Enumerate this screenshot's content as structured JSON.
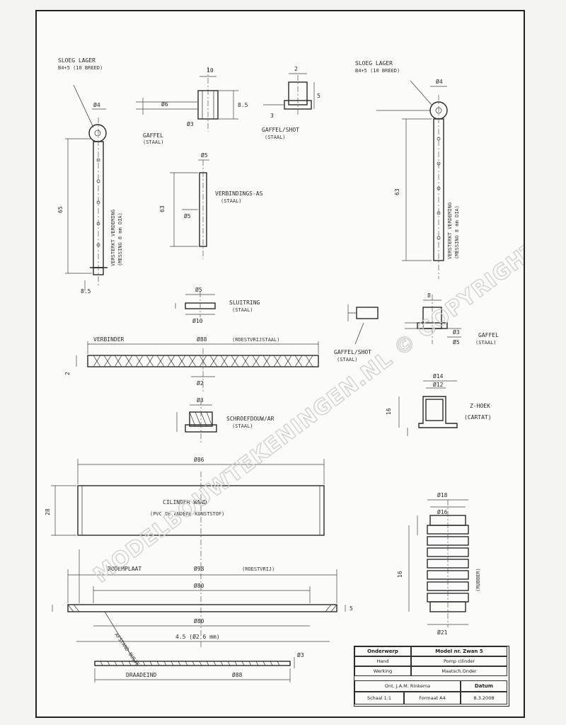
{
  "watermark": "MODELBOUWTEKENINGEN.NL © COPYRIGHT",
  "labels": {
    "spindle_top_left": "SLOEG LAGER",
    "spindle_top_left_sub": "B4+5 (10 BREED)",
    "spindle_top_right": "SLOEG LAGER",
    "spindle_top_right_sub": "B4+5 (10 BREED)",
    "gaffel_small": "GAFFEL",
    "gaffel_small_sub": "(STAAL)",
    "gaffel_shot_top": "GAFFEL/SHOT",
    "gaffel_shot_top_sub": "(STAAL)",
    "verbinding": "VERBINDINGS-AS",
    "verbinding_sub": "(STAAL)",
    "vertical_left": "VERSTERKT VERDEMING",
    "vertical_left_sub": "(MESSING 8 mm DIA)",
    "vertical_right": "VERSTERKT VERDEMING",
    "vertical_right_sub": "(MESSING 8 mm DIA)",
    "sluitring": "SLUITRING",
    "sluitring_sub": "(STAAL)",
    "gaffel_shot_mid": "GAFFEL/SHOT",
    "gaffel_shot_mid_sub": "(STAAL)",
    "gaffel_right": "GAFFEL",
    "gaffel_right_sub": "(STAAL)",
    "verbinder": "VERBINDER",
    "verbinder_sub": "(ROESTVRIJSTAAL)",
    "schroefdouw": "SCHROEFDOUW/AR",
    "schroefdouw_sub": "(STAAL)",
    "z_hoek": "Z-HOEK",
    "z_hoek_sub": "(CARTAT)",
    "cilinder_wand": "CILINDER WAND",
    "cilinder_wand_sub": "(PVC OF ANDERE KUNSTSTOF)",
    "bodemplaat": "BODEMPLAAT",
    "bodemplaat_sub": "(ROESTVRIJ)",
    "draadeind": "DRAADEIND",
    "afstand": "AFSTAND-BUSJE",
    "harmonica_sub": "(RUBBER)"
  },
  "dims": {
    "d1": "Ø4",
    "d2": "10",
    "d3": "Ø6",
    "d4": "8.5",
    "d5": "Ø3",
    "d6": "2",
    "d7": "5",
    "d8": "3",
    "d9": "Ø5",
    "d10": "63",
    "d11": "Ø5",
    "d12": "8.5",
    "d13": "Ø4",
    "d14": "Ø6",
    "d15": "65",
    "d16": "Ø10",
    "d17": "2",
    "d18": "Ø5",
    "d19": "Ø2",
    "d20": "8",
    "d21": "Ø3",
    "d22": "Ø5",
    "d23": "Ø88",
    "d24": "Ø86",
    "d25": "Ø14",
    "d26": "Ø12",
    "d27": "5",
    "d28": "16",
    "d29": "Ø86",
    "d30": "28",
    "d31": "Ø98",
    "d32": "Ø80",
    "d33": "Ø80",
    "d34": "5",
    "d35": "4.5 (Ø2 6 mm)",
    "d36": "Ø3",
    "d37": "Ø88",
    "d38": "Ø10",
    "d39": "Ø18",
    "d40": "Ø16",
    "d41": "16",
    "d42": "Ø21",
    "d43": "3"
  },
  "title_block": {
    "cell_onderwerp": "Onderwerp",
    "cell_model": "Model nr. Zwan 5",
    "cell_hand": "Hand",
    "cell_werking": "Werking",
    "cell_pomp": "Pomp cilinder",
    "cell_pomp2": "Maatsch.Onder",
    "cell_ontw": "Ont.  J.A.M. Rinkema",
    "cell_datum_lbl": "Datum",
    "cell_schaal": "Schaal  1:1",
    "cell_formaat": "Formaat  A4",
    "cell_datum": "8.3.2008"
  }
}
